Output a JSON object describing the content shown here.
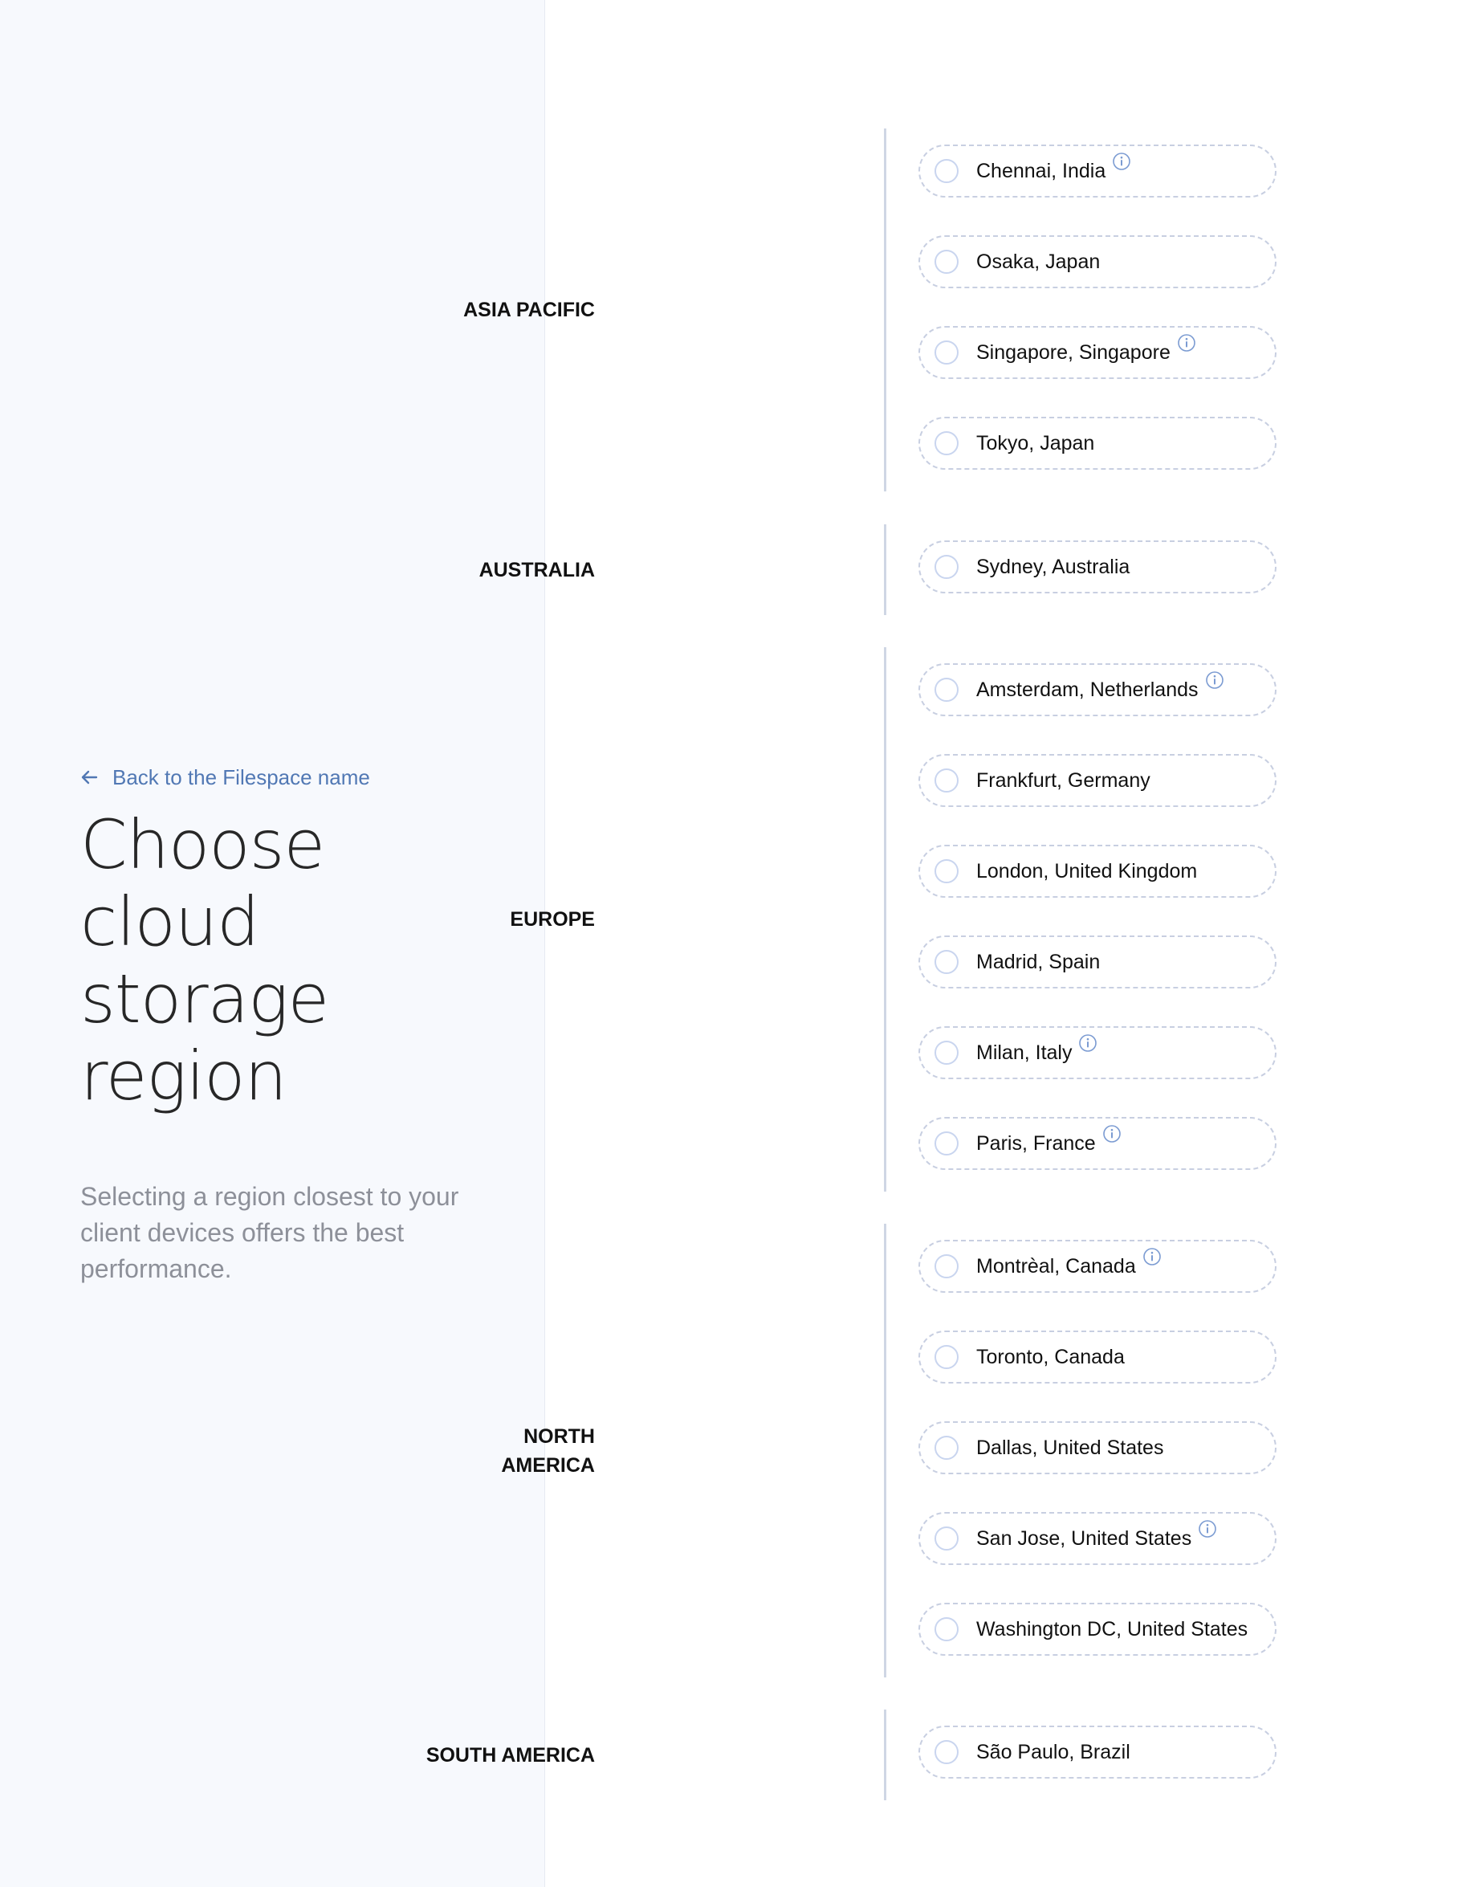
{
  "back_link": {
    "label": "Back to the Filespace name"
  },
  "heading": {
    "title": "Choose cloud storage region"
  },
  "description": "Selecting a region closest to your client devices offers the best performance.",
  "colors": {
    "accent": "#5178b4",
    "panel_bg": "#f7f9fd",
    "radio_border": "#c9d5ef",
    "info_icon": "#7b9bd2"
  },
  "region_groups": [
    {
      "id": "asia-pacific",
      "name": "Asia Pacific",
      "options": [
        {
          "label": "Chennai, India",
          "info": true
        },
        {
          "label": "Osaka, Japan",
          "info": false
        },
        {
          "label": "Singapore, Singapore",
          "info": true
        },
        {
          "label": "Tokyo, Japan",
          "info": false
        }
      ]
    },
    {
      "id": "australia",
      "name": "Australia",
      "options": [
        {
          "label": "Sydney, Australia",
          "info": false
        }
      ]
    },
    {
      "id": "europe",
      "name": "Europe",
      "options": [
        {
          "label": "Amsterdam, Netherlands",
          "info": true
        },
        {
          "label": "Frankfurt, Germany",
          "info": false
        },
        {
          "label": "London, United Kingdom",
          "info": false
        },
        {
          "label": "Madrid, Spain",
          "info": false
        },
        {
          "label": "Milan, Italy",
          "info": true
        },
        {
          "label": "Paris, France",
          "info": true
        }
      ]
    },
    {
      "id": "north-america",
      "name": "North America",
      "options": [
        {
          "label": "Montrèal, Canada",
          "info": true
        },
        {
          "label": "Toronto, Canada",
          "info": false
        },
        {
          "label": "Dallas, United States",
          "info": false
        },
        {
          "label": "San Jose, United States",
          "info": true
        },
        {
          "label": "Washington DC, United States",
          "info": false
        }
      ]
    },
    {
      "id": "south-america",
      "name": "South America",
      "options": [
        {
          "label": "São Paulo, Brazil",
          "info": false
        }
      ]
    }
  ]
}
